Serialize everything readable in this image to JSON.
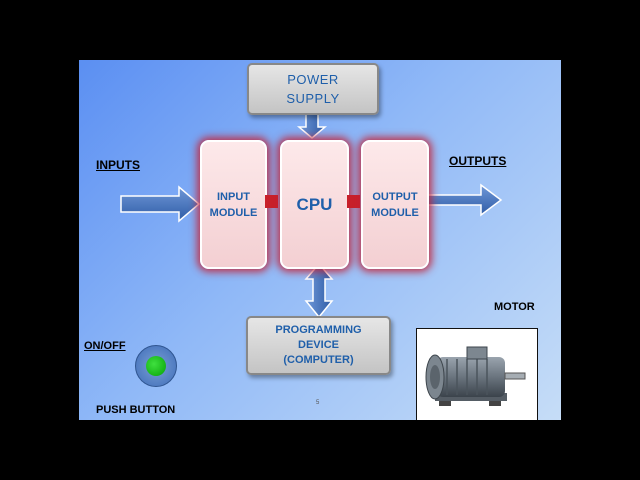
{
  "diagram": {
    "power_supply": [
      "POWER",
      "SUPPLY"
    ],
    "input_module": [
      "INPUT",
      "MODULE"
    ],
    "cpu": "CPU",
    "output_module": [
      "OUTPUT",
      "MODULE"
    ],
    "programming_device": [
      "PROGRAMMING",
      "DEVICE",
      "(COMPUTER)"
    ],
    "inputs_label": "INPUTS",
    "outputs_label": "OUTPUTS",
    "onoff_label": "ON/OFF",
    "push_button_label": "PUSH BUTTON",
    "motor_label": "MOTOR",
    "page_number": "5"
  },
  "colors": {
    "box_text": "#1f5faa",
    "arrow_fill": "#3f6fb9",
    "module_glow": "#c31e32",
    "button_green": "#17b417"
  },
  "icons": [
    "motor-photo",
    "push-button-icon"
  ]
}
